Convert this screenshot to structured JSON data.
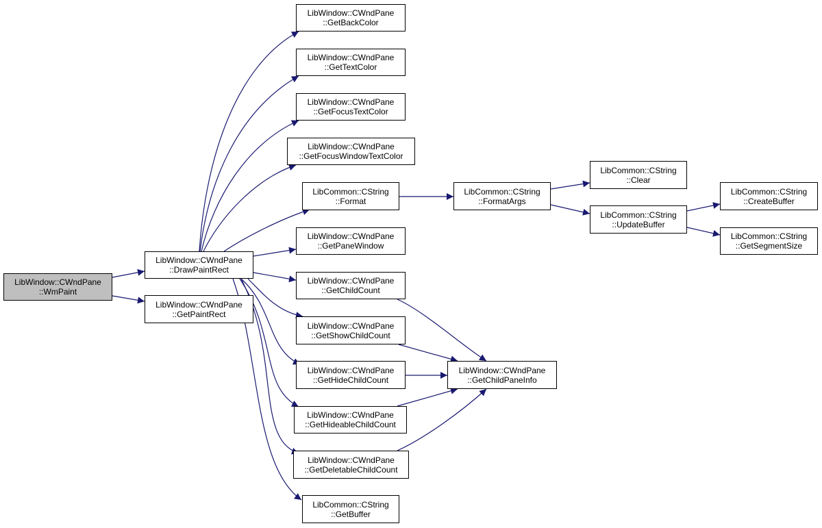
{
  "colors": {
    "edge": "#191970",
    "root_fill": "#bfbfbf",
    "node_fill": "#ffffff",
    "border": "#000000"
  },
  "nodes": {
    "wmpaint": {
      "line1": "LibWindow::CWndPane",
      "line2": "::WmPaint"
    },
    "drawpaintrect": {
      "line1": "LibWindow::CWndPane",
      "line2": "::DrawPaintRect"
    },
    "getpaintrect": {
      "line1": "LibWindow::CWndPane",
      "line2": "::GetPaintRect"
    },
    "getbackcolor": {
      "line1": "LibWindow::CWndPane",
      "line2": "::GetBackColor"
    },
    "gettextcolor": {
      "line1": "LibWindow::CWndPane",
      "line2": "::GetTextColor"
    },
    "getfocustextcolor": {
      "line1": "LibWindow::CWndPane",
      "line2": "::GetFocusTextColor"
    },
    "getfocuswindowtextcolor": {
      "line1": "LibWindow::CWndPane",
      "line2": "::GetFocusWindowTextColor"
    },
    "format": {
      "line1": "LibCommon::CString",
      "line2": "::Format"
    },
    "formatargs": {
      "line1": "LibCommon::CString",
      "line2": "::FormatArgs"
    },
    "clear": {
      "line1": "LibCommon::CString",
      "line2": "::Clear"
    },
    "updatebuffer": {
      "line1": "LibCommon::CString",
      "line2": "::UpdateBuffer"
    },
    "createbuffer": {
      "line1": "LibCommon::CString",
      "line2": "::CreateBuffer"
    },
    "getsegmentsize": {
      "line1": "LibCommon::CString",
      "line2": "::GetSegmentSize"
    },
    "getpanewindow": {
      "line1": "LibWindow::CWndPane",
      "line2": "::GetPaneWindow"
    },
    "getchildcount": {
      "line1": "LibWindow::CWndPane",
      "line2": "::GetChildCount"
    },
    "getshowchildcount": {
      "line1": "LibWindow::CWndPane",
      "line2": "::GetShowChildCount"
    },
    "gethidechildcount": {
      "line1": "LibWindow::CWndPane",
      "line2": "::GetHideChildCount"
    },
    "gethideablechildcount": {
      "line1": "LibWindow::CWndPane",
      "line2": "::GetHideableChildCount"
    },
    "getdeletablechildcount": {
      "line1": "LibWindow::CWndPane",
      "line2": "::GetDeletableChildCount"
    },
    "getbuffer": {
      "line1": "LibCommon::CString",
      "line2": "::GetBuffer"
    },
    "getchildpaneinfo": {
      "line1": "LibWindow::CWndPane",
      "line2": "::GetChildPaneInfo"
    }
  },
  "edges": [
    [
      "wmpaint",
      "drawpaintrect"
    ],
    [
      "wmpaint",
      "getpaintrect"
    ],
    [
      "drawpaintrect",
      "getbackcolor"
    ],
    [
      "drawpaintrect",
      "gettextcolor"
    ],
    [
      "drawpaintrect",
      "getfocustextcolor"
    ],
    [
      "drawpaintrect",
      "getfocuswindowtextcolor"
    ],
    [
      "drawpaintrect",
      "format"
    ],
    [
      "drawpaintrect",
      "getpanewindow"
    ],
    [
      "drawpaintrect",
      "getchildcount"
    ],
    [
      "drawpaintrect",
      "getshowchildcount"
    ],
    [
      "drawpaintrect",
      "gethidechildcount"
    ],
    [
      "drawpaintrect",
      "gethideablechildcount"
    ],
    [
      "drawpaintrect",
      "getdeletablechildcount"
    ],
    [
      "drawpaintrect",
      "getbuffer"
    ],
    [
      "format",
      "formatargs"
    ],
    [
      "formatargs",
      "clear"
    ],
    [
      "formatargs",
      "updatebuffer"
    ],
    [
      "updatebuffer",
      "createbuffer"
    ],
    [
      "updatebuffer",
      "getsegmentsize"
    ],
    [
      "getchildcount",
      "getchildpaneinfo"
    ],
    [
      "getshowchildcount",
      "getchildpaneinfo"
    ],
    [
      "gethidechildcount",
      "getchildpaneinfo"
    ],
    [
      "gethideablechildcount",
      "getchildpaneinfo"
    ],
    [
      "getdeletablechildcount",
      "getchildpaneinfo"
    ]
  ]
}
